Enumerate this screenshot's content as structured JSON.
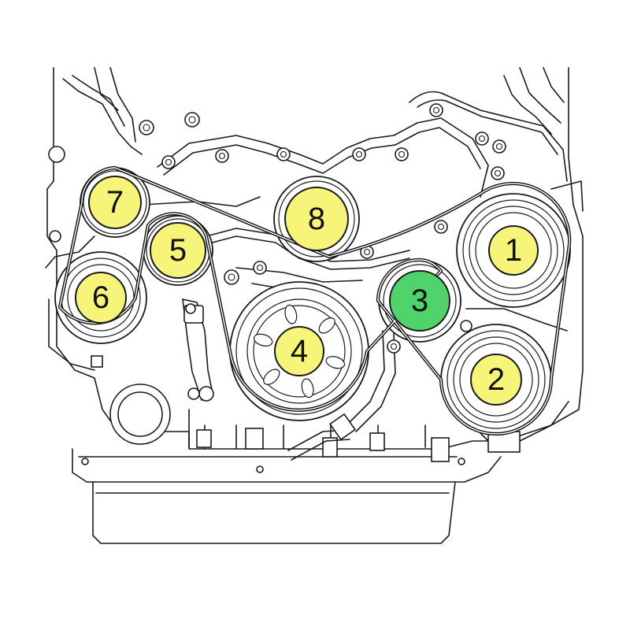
{
  "pulleys": [
    {
      "label": "1",
      "color": "#f7f47a"
    },
    {
      "label": "2",
      "color": "#f7f47a"
    },
    {
      "label": "3",
      "color": "#4fd36a"
    },
    {
      "label": "4",
      "color": "#f7f47a"
    },
    {
      "label": "5",
      "color": "#f7f47a"
    },
    {
      "label": "6",
      "color": "#f7f47a"
    },
    {
      "label": "7",
      "color": "#f7f47a"
    },
    {
      "label": "8",
      "color": "#f7f47a"
    }
  ]
}
